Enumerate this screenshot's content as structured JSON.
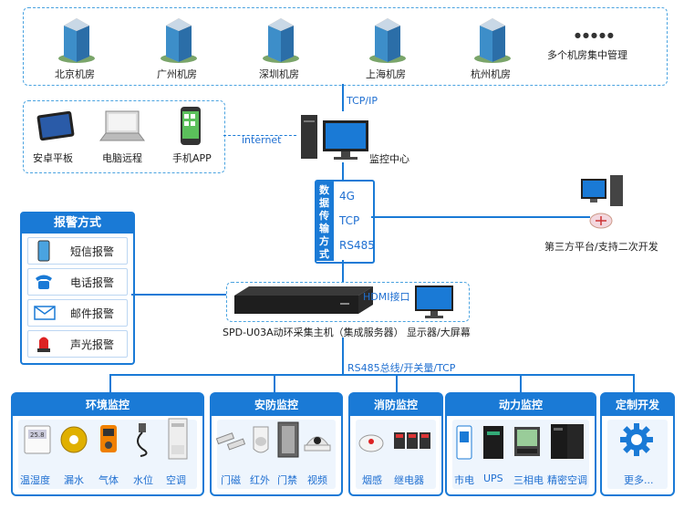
{
  "cities": [
    "北京机房",
    "广州机房",
    "深圳机房",
    "上海机房",
    "杭州机房"
  ],
  "dots": "●●●●●",
  "multi_label": "多个机房集中管理",
  "tcpip": "TCP/IP",
  "internet": "internet",
  "devices": [
    "安卓平板",
    "电脑远程",
    "手机APP"
  ],
  "monitor_center": "监控中心",
  "transfer": {
    "title_chars": [
      "数",
      "据",
      "传",
      "输",
      "方",
      "式"
    ],
    "options": [
      "4G",
      "TCP",
      "RS485"
    ]
  },
  "third_party": "第三方平台/支持二次开发",
  "alarm": {
    "title": "报警方式",
    "items": [
      {
        "label": "短信报警",
        "icon": "phone-icon"
      },
      {
        "label": "电话报警",
        "icon": "telephone-icon"
      },
      {
        "label": "邮件报警",
        "icon": "mail-icon"
      },
      {
        "label": "声光报警",
        "icon": "siren-icon"
      }
    ]
  },
  "hdmi": "HDMI接口",
  "host_label": "SPD-U03A动环采集主机（集成服务器）",
  "display_label": "显示器/大屏幕",
  "bus_label": "RS485总线/开关量/TCP",
  "categories": [
    {
      "title": "环境监控",
      "items": [
        "温湿度",
        "漏水",
        "气体",
        "水位",
        "空调"
      ]
    },
    {
      "title": "安防监控",
      "items": [
        "门磁",
        "红外",
        "门禁",
        "视频"
      ]
    },
    {
      "title": "消防监控",
      "items": [
        "烟感",
        "继电器"
      ]
    },
    {
      "title": "动力监控",
      "items": [
        "市电",
        "UPS",
        "三相电",
        "精密空调"
      ]
    },
    {
      "title": "定制开发",
      "items": [
        "更多..."
      ]
    }
  ]
}
